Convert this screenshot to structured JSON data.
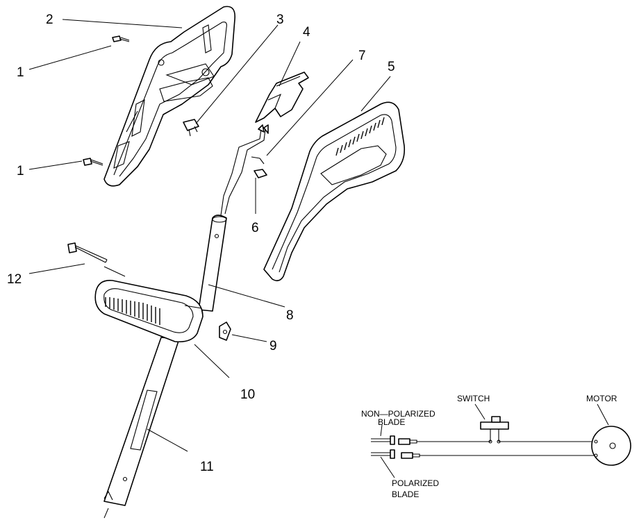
{
  "callouts": {
    "c1a": "1",
    "c1b": "1",
    "c2": "2",
    "c3": "3",
    "c4": "4",
    "c5": "5",
    "c6": "6",
    "c7": "7",
    "c8": "8",
    "c9": "9",
    "c10": "10",
    "c11": "11",
    "c12": "12"
  },
  "wiring": {
    "non_polarized_line1": "NON—POLARIZED",
    "non_polarized_line2": "BLADE",
    "polarized_line1": "POLARIZED",
    "polarized_line2": "BLADE",
    "switch": "SWITCH",
    "motor": "MOTOR"
  }
}
